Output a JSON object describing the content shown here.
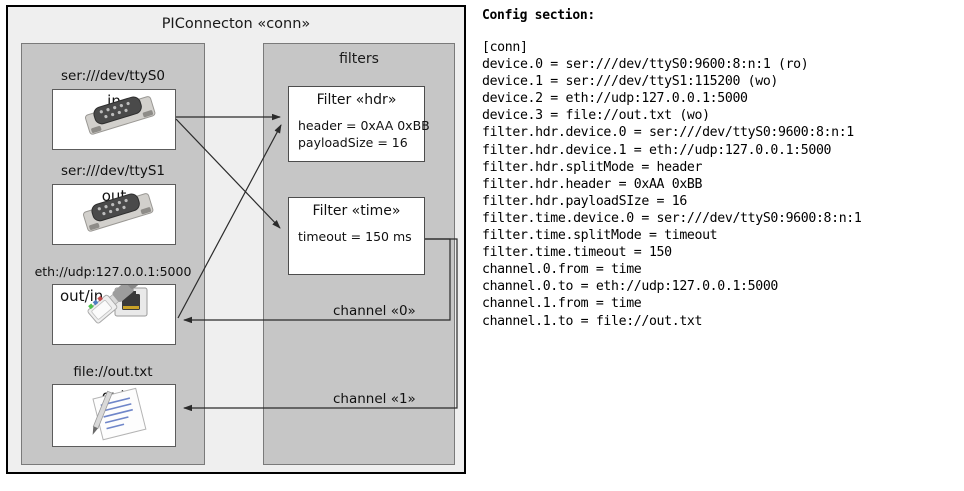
{
  "diagram": {
    "title": "PIConnecton «conn»",
    "panels": {
      "devices": {
        "title": ""
      },
      "filters": {
        "title": "filters"
      }
    },
    "devices": [
      {
        "label": "ser:///dev/ttyS0",
        "direction": "in",
        "icon": "serial-port-icon"
      },
      {
        "label": "ser:///dev/ttyS1",
        "direction": "out",
        "icon": "serial-port-icon"
      },
      {
        "label": "eth://udp:127.0.0.1:5000",
        "direction": "out/in",
        "icon": "ethernet-jack-icon"
      },
      {
        "label": "file://out.txt",
        "direction": "out",
        "icon": "text-document-icon"
      }
    ],
    "filters": [
      {
        "title": "Filter «hdr»",
        "attrs": [
          "header = 0xAA 0xBB",
          "payloadSize = 16"
        ]
      },
      {
        "title": "Filter «time»",
        "attrs": [
          "timeout = 150 ms"
        ]
      }
    ],
    "channels": [
      {
        "label": "channel «0»"
      },
      {
        "label": "channel «1»"
      }
    ]
  },
  "config": {
    "heading": "Config section:",
    "lines": [
      "[conn]",
      "device.0 = ser:///dev/ttyS0:9600:8:n:1 (ro)",
      "device.1 = ser:///dev/ttyS1:115200 (wo)",
      "device.2 = eth://udp:127.0.0.1:5000",
      "device.3 = file://out.txt (wo)",
      "filter.hdr.device.0 = ser:///dev/ttyS0:9600:8:n:1",
      "filter.hdr.device.1 = eth://udp:127.0.0.1:5000",
      "filter.hdr.splitMode = header",
      "filter.hdr.header = 0xAA 0xBB",
      "filter.hdr.payloadSIze = 16",
      "filter.time.device.0 = ser:///dev/ttyS0:9600:8:n:1",
      "filter.time.splitMode = timeout",
      "filter.time.timeout = 150",
      "channel.0.from = time",
      "channel.0.to = eth://udp:127.0.0.1:5000",
      "channel.1.from = time",
      "channel.1.to = file://out.txt"
    ]
  },
  "colors": {
    "page_background": "#ffffff",
    "frame_background": "#efefef",
    "panel_background": "#c6c6c6",
    "card_background": "#ffffff",
    "frame_border": "#000000",
    "panel_border": "#7a7a7a",
    "connector": "#333333",
    "text": "#111111"
  }
}
